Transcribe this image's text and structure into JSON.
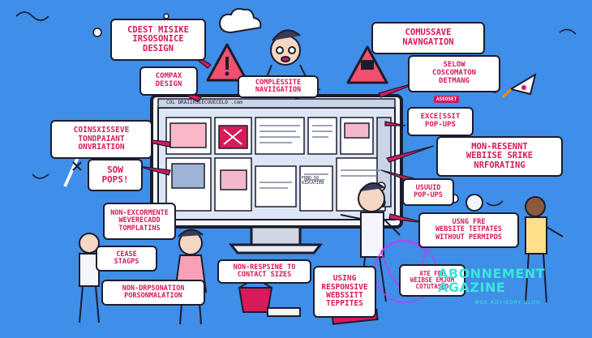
{
  "labels": {
    "cdest": "CDEST MISIKE\nIRSOSONICE\nDESIGN",
    "compax": "COMPAX\nDESIGN",
    "complessite": "COMPLESSITE\nNAVIIGATION",
    "comussave": "COMUSSAVE\nNAVNGATION",
    "selow": "SELOW\nCOSCOMATON\nDETMANG",
    "coinsx": "COINSXISSEVE\nTONDPAIANT\nONVRIATION",
    "excessit": "EXCE[SSIT\nPOP-UPS",
    "mon_resennt": "MON-RESENNT\nWEBIISE SRIKE\nNRFORATING",
    "sow_pops": "SOW\nPOPS!",
    "usuuid": "USUUID\nPOP-UPS",
    "non_excom": "NON-EXCORMENTE\nWEVERECADD\nTOMPLATINS",
    "usng_fre": "USNG FRE\nWEBSITE TETPATES\nWITHOUT PERMIPDS",
    "cease": "CEASE\nSTAGPS",
    "non_respsine": "NON-RESPSINE TO\nCONTACT SIZES",
    "using_resp": "USING\nRESPONSIVE\nWEBSSITT\nTEPPITES",
    "non_drp": "NON-DRPSONATION\nPORSONMALATION",
    "ate_fre": "ATE FRE\nWEIBSE EMJOM\nCOTUTASED"
  },
  "browser": {
    "address_text": "COL DRAIIRSEECUUECELO .com",
    "badge_text": "ASEOSET",
    "card_caption_1": "FRNO 50\nRIDCATIEN"
  },
  "watermark": {
    "title": "ABONNEMENT\nAGAZINE",
    "subtitle": "WEB ADVISORY BLOG"
  },
  "colors": {
    "background": "#3f8ee8",
    "label_text": "#d61a5a",
    "outline": "#1c1c2e",
    "warning_fill": "#f2506f",
    "watermark": "#39e6d8"
  }
}
